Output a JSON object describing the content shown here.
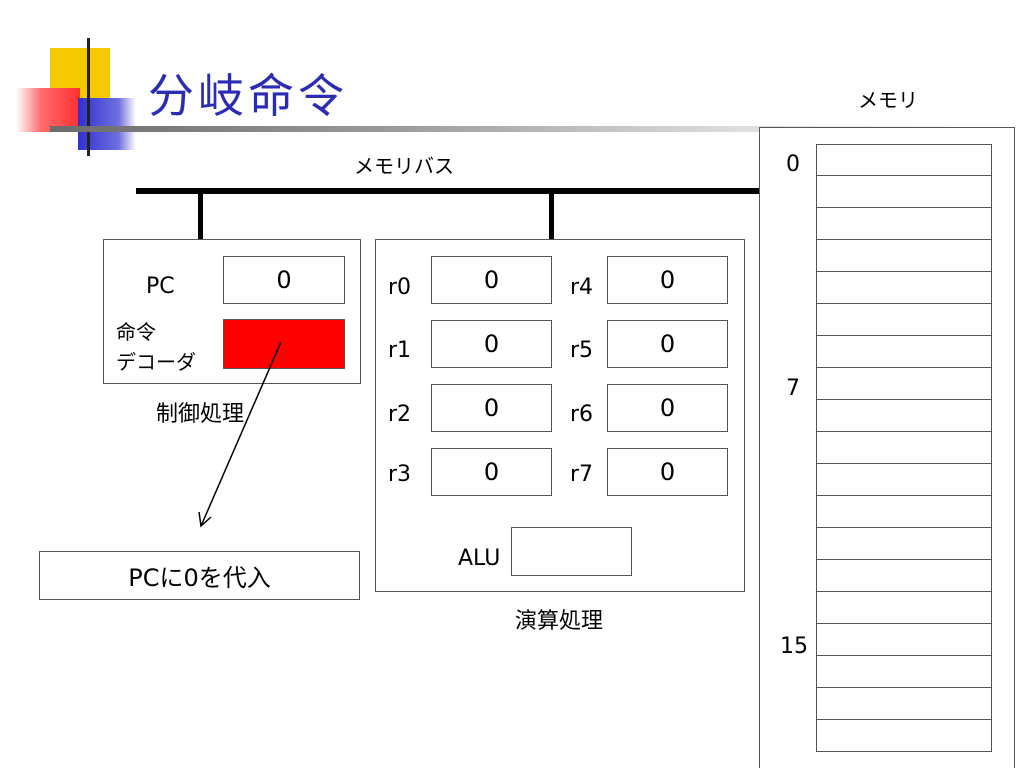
{
  "slide": {
    "title": "分岐命令",
    "colors": {
      "title": "#2b2bb4",
      "decoder_active": "#ff0000",
      "logo_yellow": "#f5c800",
      "logo_red": "#ff4040",
      "logo_blue": "#3030d0"
    }
  },
  "memory": {
    "label": "メモリ",
    "address_labels": [
      "0",
      "7",
      "15"
    ],
    "cell_count": 19
  },
  "bus": {
    "label": "メモリバス"
  },
  "control": {
    "caption": "制御処理",
    "pc_label": "PC",
    "pc_value": "0",
    "decoder_label_line1": "命令",
    "decoder_label_line2": "デコーダ"
  },
  "datapath": {
    "caption": "演算処理",
    "registers": [
      {
        "name": "r0",
        "value": "0"
      },
      {
        "name": "r1",
        "value": "0"
      },
      {
        "name": "r2",
        "value": "0"
      },
      {
        "name": "r3",
        "value": "0"
      },
      {
        "name": "r4",
        "value": "0"
      },
      {
        "name": "r5",
        "value": "0"
      },
      {
        "name": "r6",
        "value": "0"
      },
      {
        "name": "r7",
        "value": "0"
      }
    ],
    "alu_label": "ALU",
    "alu_value": ""
  },
  "action": {
    "text": "PCに0を代入"
  }
}
